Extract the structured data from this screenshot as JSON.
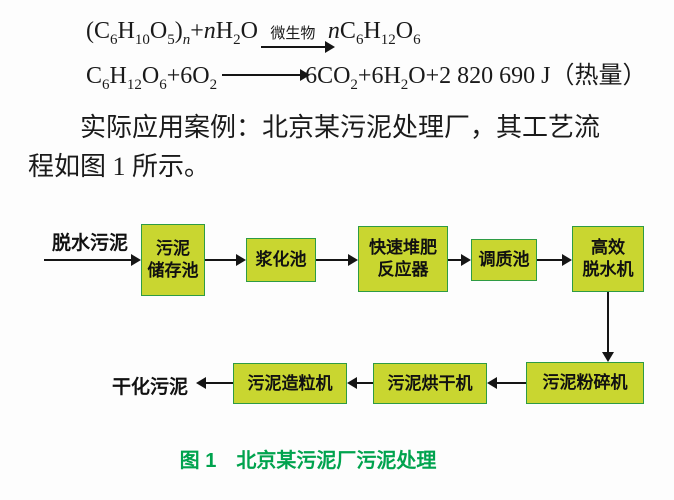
{
  "equations": {
    "eq1": {
      "seg1": "(C",
      "sub1": "6",
      "seg2": "H",
      "sub2": "10",
      "seg3": "O",
      "sub3": "5",
      "seg4": ")",
      "subn": "n",
      "seg5": "+",
      "itn1": "n",
      "seg6": "H",
      "sub4": "2",
      "seg7": "O",
      "arrow_label": "微生物",
      "itn2": "n",
      "seg8": "C",
      "sub5": "6",
      "seg9": "H",
      "sub6": "12",
      "seg10": "O",
      "sub7": "6"
    },
    "eq2": {
      "seg1": "C",
      "sub1": "6",
      "seg2": "H",
      "sub2": "12",
      "seg3": "O",
      "sub3": "6",
      "seg4": "+6O",
      "sub4": "2",
      "seg5": "6CO",
      "sub5": "2",
      "seg6": "+6H",
      "sub6": "2",
      "seg7": "O+2 820 690 J（热量）"
    }
  },
  "paragraph": "实际应用案例：北京某污泥处理厂，其工艺流程如图 1 所示。",
  "diagram": {
    "input_label": "脱水污泥",
    "output_label": "干化污泥",
    "row1": [
      {
        "line1": "污泥",
        "line2": "储存池"
      },
      {
        "line1": "浆化池"
      },
      {
        "line1": "快速堆肥",
        "line2": "反应器"
      },
      {
        "line1": "调质池"
      },
      {
        "line1": "高效",
        "line2": "脱水机"
      }
    ],
    "row2": [
      "污泥粉碎机",
      "污泥烘干机",
      "污泥造粒机"
    ],
    "colors": {
      "box_fill": "#c9d630",
      "box_border": "#2e9b44",
      "arrow": "#151515",
      "caption": "#00a34e"
    }
  },
  "caption": "图 1　北京某污泥厂污泥处理"
}
